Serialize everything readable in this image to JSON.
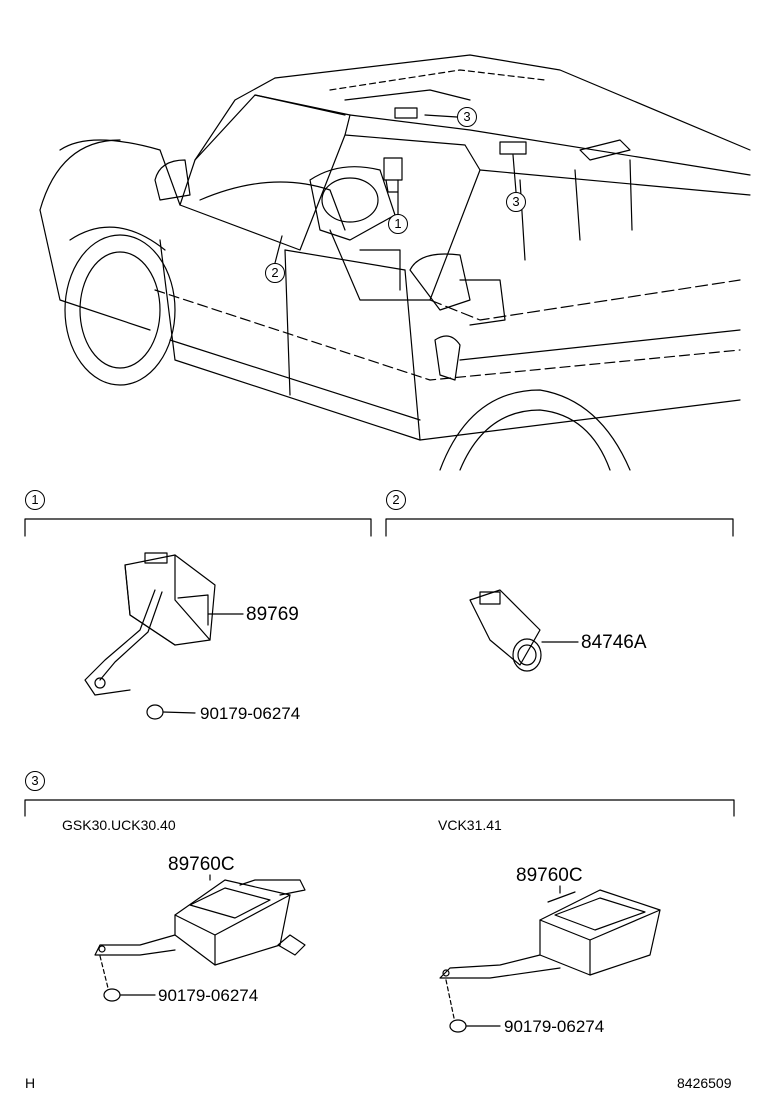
{
  "callouts": {
    "c1": "1",
    "c2": "2",
    "c3": "3"
  },
  "sections": {
    "one": {
      "index": "1",
      "part_a": "89769",
      "part_b": "90179-06274"
    },
    "two": {
      "index": "2",
      "part_a": "84746A"
    },
    "three": {
      "index": "3",
      "variant_left": "GSK30.UCK30.40",
      "variant_right": "VCK31.41",
      "left_part": "89760C",
      "left_bolt": "90179-06274",
      "right_part": "89760C",
      "right_bolt": "90179-06274"
    }
  },
  "footer": {
    "left_code": "H",
    "right_code": "8426509"
  }
}
